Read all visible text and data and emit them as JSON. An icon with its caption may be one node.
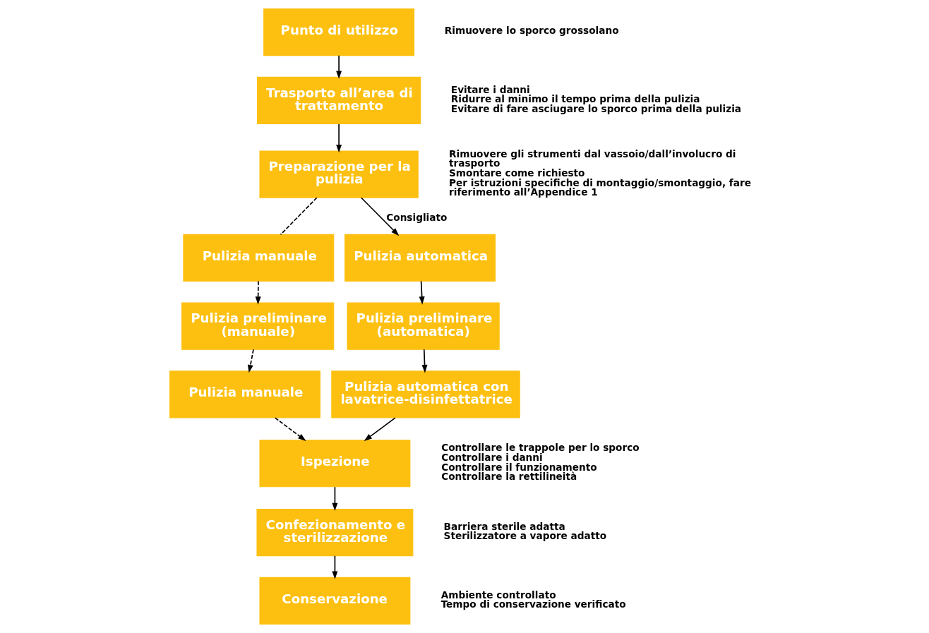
{
  "diagram": {
    "nodes": [
      {
        "text": [
          "Punto di utilizzo"
        ],
        "beside": [
          "Rimuovere lo sporco grossolano"
        ]
      },
      {
        "text": [
          "Trasporto all’area di trattamento"
        ],
        "beside": [
          "Evitare i danni",
          "Ridurre al minimo il tempo prima della pulizia",
          "Evitare di fare asciugare lo sporco prima della pulizia"
        ]
      },
      {
        "text": [
          "Preparazione per la pulizia"
        ],
        "beside": [
          "Rimuovere gli strumenti dal vassoio/dall’involucro di trasporto",
          "Smontare come richiesto",
          "Per istruzioni specifiche di montaggio/smontaggio, fare riferimento all’Appendice 1"
        ]
      },
      {
        "text": [
          "Pulizia manuale"
        ]
      },
      {
        "text": [
          "Pulizia preliminare (manuale)"
        ]
      },
      {
        "text": [
          "Pulizia manuale"
        ]
      },
      {
        "text": [
          "Pulizia automatica"
        ]
      },
      {
        "text": [
          "Pulizia preliminare (automatica)"
        ]
      },
      {
        "text": [
          "Pulizia automatica con lavatrice-disinfettatrice"
        ]
      },
      {
        "text": [
          "Ispezione"
        ],
        "beside": [
          "Controllare le trappole per lo sporco",
          "Controllare i danni",
          "Controllare il funzionamento",
          "Controllare la rettilineità"
        ]
      },
      {
        "text": [
          "Confezionamento e sterilizzazione"
        ],
        "beside": [
          "Barriera sterile adatta",
          "Sterilizzatore a vapore adatto"
        ]
      },
      {
        "text": [
          "Conservazione"
        ],
        "beside": [
          "Ambiente controllato",
          "Tempo di conservazione verificato"
        ]
      }
    ],
    "edges": [
      {
        "from": 0,
        "to": 1,
        "arrow": "to"
      },
      {
        "from": 1,
        "to": 2,
        "arrow": "to"
      },
      {
        "from": 2,
        "to": 6,
        "arrow": "to",
        "label": "Consigliato"
      },
      {
        "from": 2,
        "to": 3,
        "arrow": "none",
        "style": "dashed"
      },
      {
        "from": 3,
        "to": 4,
        "arrow": "to",
        "style": "dashed"
      },
      {
        "from": 4,
        "to": 5,
        "arrow": "to",
        "style": "dashed"
      },
      {
        "from": 6,
        "to": 7,
        "arrow": "to"
      },
      {
        "from": 7,
        "to": 8,
        "arrow": "to"
      },
      {
        "from": 5,
        "to": 9,
        "arrow": "to",
        "style": "dashed"
      },
      {
        "from": 8,
        "to": 9,
        "arrow": "to"
      },
      {
        "from": 9,
        "to": 10,
        "arrow": "to"
      },
      {
        "from": 10,
        "to": 11,
        "arrow": "to"
      }
    ]
  }
}
